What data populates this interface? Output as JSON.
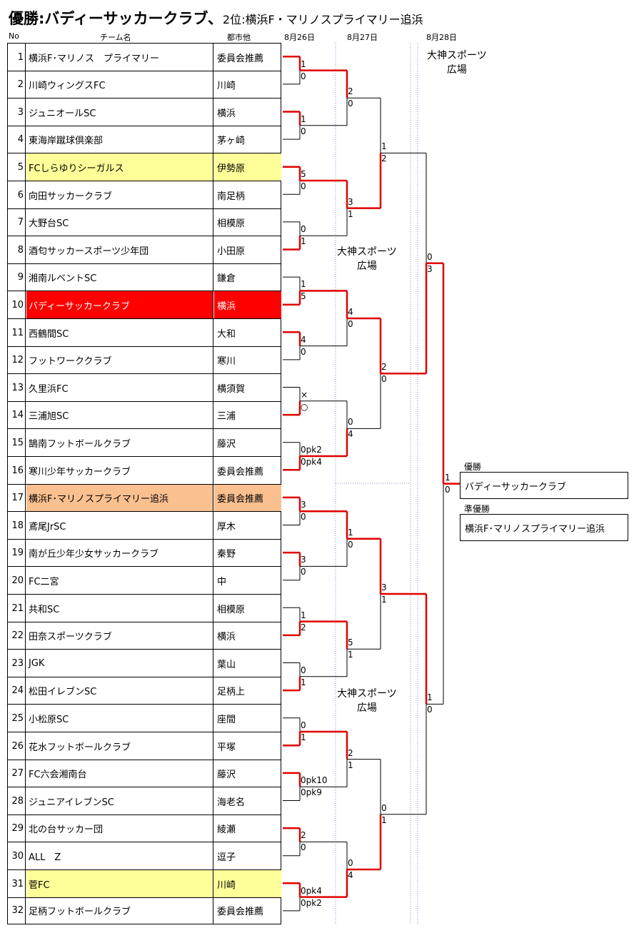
{
  "title": {
    "winner_label": "優勝",
    "winner_colon": ":",
    "winner_team": "バディーサッカークラブ",
    "separator": "、",
    "runnerup_label": "2位",
    "runnerup_colon": ":",
    "runnerup_team": "横浜F・マリノスプライマリー追浜"
  },
  "headers": {
    "no": "No",
    "team": "チーム名",
    "city": "都市他",
    "d1": "8月26日",
    "d2": "8月27日",
    "d3": "8月28日"
  },
  "teams": [
    {
      "no": "1",
      "name": "横浜F･マリノス　プライマリー",
      "city": "委員会推薦",
      "hl": ""
    },
    {
      "no": "2",
      "name": "川崎ウィングスFC",
      "city": "川崎",
      "hl": ""
    },
    {
      "no": "3",
      "name": "ジュニオールSC",
      "city": "横浜",
      "hl": ""
    },
    {
      "no": "4",
      "name": "東海岸蹴球倶楽部",
      "city": "茅ヶ崎",
      "hl": ""
    },
    {
      "no": "5",
      "name": "FCしらゆりシーガルス",
      "city": "伊勢原",
      "hl": "yellow"
    },
    {
      "no": "6",
      "name": "向田サッカークラブ",
      "city": "南足柄",
      "hl": ""
    },
    {
      "no": "7",
      "name": "大野台SC",
      "city": "相模原",
      "hl": ""
    },
    {
      "no": "8",
      "name": "酒匂サッカースポーツ少年団",
      "city": "小田原",
      "hl": ""
    },
    {
      "no": "9",
      "name": "湘南ルベントSC",
      "city": "鎌倉",
      "hl": ""
    },
    {
      "no": "10",
      "name": "バディーサッカークラブ",
      "city": "横浜",
      "hl": "red"
    },
    {
      "no": "11",
      "name": "西鶴間SC",
      "city": "大和",
      "hl": ""
    },
    {
      "no": "12",
      "name": "フットワーククラブ",
      "city": "寒川",
      "hl": ""
    },
    {
      "no": "13",
      "name": "久里浜FC",
      "city": "横須賀",
      "hl": ""
    },
    {
      "no": "14",
      "name": "三浦旭SC",
      "city": "三浦",
      "hl": ""
    },
    {
      "no": "15",
      "name": "鵠南フットボールクラブ",
      "city": "藤沢",
      "hl": ""
    },
    {
      "no": "16",
      "name": "寒川少年サッカークラブ",
      "city": "委員会推薦",
      "hl": ""
    },
    {
      "no": "17",
      "name": "横浜F･マリノスプライマリー追浜",
      "city": "委員会推薦",
      "hl": "orange"
    },
    {
      "no": "18",
      "name": "鳶尾JrSC",
      "city": "厚木",
      "hl": ""
    },
    {
      "no": "19",
      "name": "南が丘少年少女サッカークラブ",
      "city": "秦野",
      "hl": ""
    },
    {
      "no": "20",
      "name": "FC二宮",
      "city": "中",
      "hl": ""
    },
    {
      "no": "21",
      "name": "共和SC",
      "city": "相模原",
      "hl": ""
    },
    {
      "no": "22",
      "name": "田奈スポーツクラブ",
      "city": "横浜",
      "hl": ""
    },
    {
      "no": "23",
      "name": "JGK",
      "city": "葉山",
      "hl": ""
    },
    {
      "no": "24",
      "name": "松田イレブンSC",
      "city": "足柄上",
      "hl": ""
    },
    {
      "no": "25",
      "name": "小松原SC",
      "city": "座間",
      "hl": ""
    },
    {
      "no": "26",
      "name": "花水フットボールクラブ",
      "city": "平塚",
      "hl": ""
    },
    {
      "no": "27",
      "name": "FC六会湘南台",
      "city": "藤沢",
      "hl": ""
    },
    {
      "no": "28",
      "name": "ジュニアイレブンSC",
      "city": "海老名",
      "hl": ""
    },
    {
      "no": "29",
      "name": "北の台サッカー団",
      "city": "綾瀬",
      "hl": ""
    },
    {
      "no": "30",
      "name": "ALL　Z",
      "city": "逗子",
      "hl": ""
    },
    {
      "no": "31",
      "name": "菅FC",
      "city": "川崎",
      "hl": "yellow"
    },
    {
      "no": "32",
      "name": "足柄フットボールクラブ",
      "city": "委員会推薦",
      "hl": ""
    }
  ],
  "round1": [
    {
      "top": "1",
      "bot": "0",
      "winner": "top"
    },
    {
      "top": "1",
      "bot": "0",
      "winner": "top"
    },
    {
      "top": "5",
      "bot": "0",
      "winner": "top"
    },
    {
      "top": "0",
      "bot": "1",
      "winner": "bot"
    },
    {
      "top": "1",
      "bot": "5",
      "winner": "bot"
    },
    {
      "top": "4",
      "bot": "0",
      "winner": "top"
    },
    {
      "top": "×",
      "bot": "○",
      "winner": "bot"
    },
    {
      "top": "0pk2",
      "bot": "0pk4",
      "winner": "bot"
    },
    {
      "top": "3",
      "bot": "0",
      "winner": "top"
    },
    {
      "top": "3",
      "bot": "0",
      "winner": "top"
    },
    {
      "top": "1",
      "bot": "2",
      "winner": "bot"
    },
    {
      "top": "0",
      "bot": "1",
      "winner": "bot"
    },
    {
      "top": "0",
      "bot": "1",
      "winner": "bot"
    },
    {
      "top": "0pk10",
      "bot": "0pk9",
      "winner": "top"
    },
    {
      "top": "2",
      "bot": "0",
      "winner": "top"
    },
    {
      "top": "0pk4",
      "bot": "0pk2",
      "winner": "top"
    }
  ],
  "round2": [
    {
      "top": "2",
      "bot": "0",
      "winner": "top"
    },
    {
      "top": "3",
      "bot": "1",
      "winner": "top"
    },
    {
      "top": "4",
      "bot": "0",
      "winner": "top"
    },
    {
      "top": "0",
      "bot": "4",
      "winner": "bot"
    },
    {
      "top": "1",
      "bot": "0",
      "winner": "top"
    },
    {
      "top": "5",
      "bot": "1",
      "winner": "top"
    },
    {
      "top": "2",
      "bot": "1",
      "winner": "top"
    },
    {
      "top": "0",
      "bot": "4",
      "winner": "bot"
    }
  ],
  "round3": [
    {
      "top": "1",
      "bot": "2",
      "winner": "bot"
    },
    {
      "top": "2",
      "bot": "0",
      "winner": "top"
    },
    {
      "top": "3",
      "bot": "1",
      "winner": "top"
    },
    {
      "top": "0",
      "bot": "1",
      "winner": "bot"
    }
  ],
  "round4": [
    {
      "top": "0",
      "bot": "3",
      "winner": "bot"
    },
    {
      "top": "1",
      "bot": "0",
      "winner": "top"
    }
  ],
  "final": {
    "top": "1",
    "bot": "0",
    "winner": "top"
  },
  "venues": {
    "v1_line1": "大神スポーツ",
    "v1_line2": "広場",
    "v2_line1": "大神スポーツ",
    "v2_line2": "広場",
    "v3_line1": "大神スポーツ",
    "v3_line2": "広場"
  },
  "results": {
    "winner_label": "優勝",
    "winner": "バディーサッカークラブ",
    "runnerup_label": "準優勝",
    "runnerup": "横浜F･マリノスプライマリー追浜"
  },
  "colors": {
    "line": "#000000",
    "win": "#e00000",
    "red_hl": "#ff0000",
    "yellow_hl": "#ffff99",
    "orange_hl": "#fac090",
    "dotted": "#8888cc"
  }
}
